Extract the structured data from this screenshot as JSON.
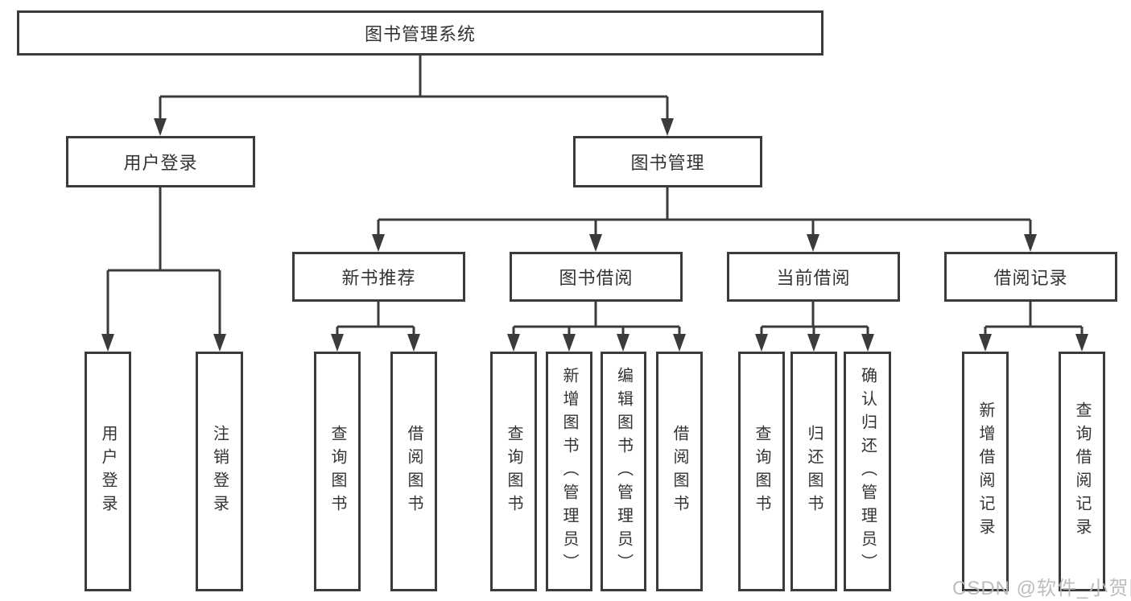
{
  "diagram_title": "图书管理系统",
  "watermark": "CSDN @软件_小贺同学",
  "colors": {
    "line": "#3b3b3b",
    "box_border": "#3b3b3b",
    "text": "#333333",
    "watermark": "#b9b9b9",
    "background": "#ffffff"
  },
  "nodes": {
    "root": {
      "label": "图书管理系统"
    },
    "user_login": {
      "label": "用户登录"
    },
    "book_management": {
      "label": "图书管理"
    },
    "new_book_recommend": {
      "label": "新书推荐"
    },
    "book_borrowing": {
      "label": "图书借阅"
    },
    "current_borrowing": {
      "label": "当前借阅"
    },
    "borrowing_records": {
      "label": "借阅记录"
    },
    "leaves": {
      "user_login": {
        "label": "用户登录"
      },
      "logout": {
        "label": "注销登录"
      },
      "query_books_recommend": {
        "label": "查询图书"
      },
      "borrow_books_recommend": {
        "label": "借阅图书"
      },
      "query_books_borrowing": {
        "label": "查询图书"
      },
      "add_book_admin": {
        "label": "新增图书（管理员）"
      },
      "edit_book_admin": {
        "label": "编辑图书（管理员）"
      },
      "borrow_books_borrowing": {
        "label": "借阅图书"
      },
      "query_books_current": {
        "label": "查询图书"
      },
      "return_books": {
        "label": "归还图书"
      },
      "confirm_return_admin": {
        "label": "确认归还（管理员）"
      },
      "add_borrow_record": {
        "label": "新增借阅记录"
      },
      "query_borrow_record": {
        "label": "查询借阅记录"
      }
    }
  }
}
